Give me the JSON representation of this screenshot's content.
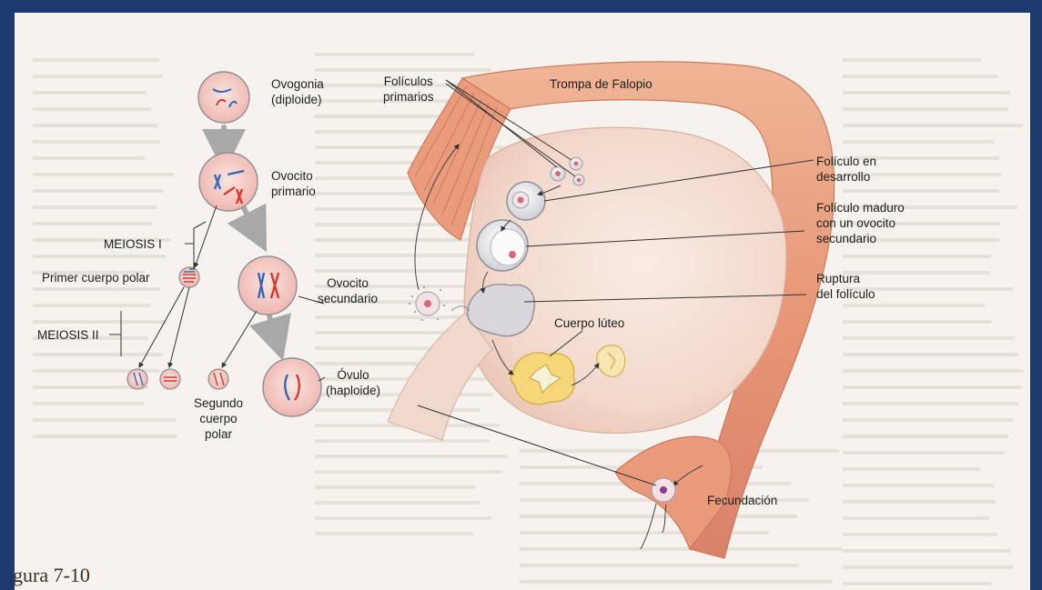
{
  "oogenesis": {
    "ovogonia": [
      "Ovogonia",
      "(diploide)"
    ],
    "ovocito_primario": [
      "Ovocito",
      "primario"
    ],
    "meiosis_1": "MEIOSIS I",
    "primer_cuerpo_polar": "Primer cuerpo polar",
    "ovocito_secundario": [
      "Ovocito",
      "secundario"
    ],
    "meiosis_2": "MEIOSIS II",
    "segundo_cuerpo_polar": [
      "Segundo",
      "cuerpo",
      "polar"
    ],
    "ovulo": [
      "Óvulo",
      "(haploide)"
    ]
  },
  "ovary": {
    "foliculos_primarios": [
      "Folículos",
      "primarios"
    ],
    "trompa": "Trompa de Falopio",
    "foliculo_desarrollo": [
      "Folículo en",
      "desarrollo"
    ],
    "foliculo_maduro": [
      "Folículo maduro",
      "con un ovocito",
      "secundario"
    ],
    "ruptura": [
      "Ruptura",
      "del folículo"
    ],
    "cuerpo_luteo": "Cuerpo lúteo",
    "fecundacion": "Fecundación"
  },
  "caption": "gura 7-10",
  "colors": {
    "frame": "#1d3a6e",
    "page": "#f6f3ee",
    "tube": "#e8a27f",
    "tube_dark": "#c97a5c",
    "ovary": "#f3ddd0",
    "cell": "#f7c9c3",
    "chromosome_blue": "#3a66b8",
    "chromosome_red": "#d8392f",
    "arrow_gray": "#a8a8a8",
    "corpus": "#f2d26a"
  }
}
